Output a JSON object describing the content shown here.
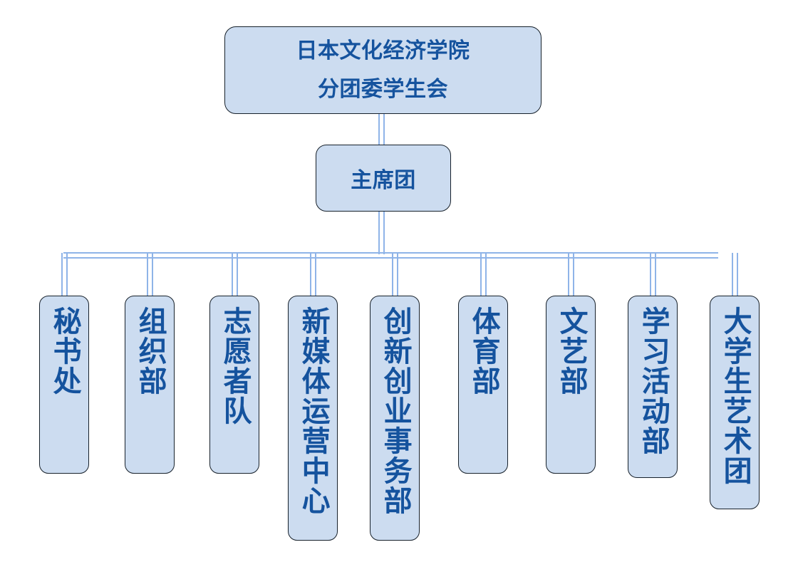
{
  "chart": {
    "title_lines": [
      "日本文化经济学院",
      "分团委学生会"
    ],
    "presidium": "主席团",
    "departments": [
      {
        "label": "秘书处",
        "chars": 3
      },
      {
        "label": "组织部",
        "chars": 3
      },
      {
        "label": "志愿者队",
        "chars": 4
      },
      {
        "label": "新媒体运营中心",
        "chars": 7
      },
      {
        "label": "创新创业事务部",
        "chars": 7
      },
      {
        "label": "体育部",
        "chars": 3
      },
      {
        "label": "文艺部",
        "chars": 3
      },
      {
        "label": "学习活动部",
        "chars": 5
      },
      {
        "label": "大学生艺术团",
        "chars": 6
      }
    ],
    "colors": {
      "node_fill": "#ccdcf0",
      "node_border": "#17212b",
      "text": "#15539e",
      "connector": "#8fb4e8",
      "background": "#ffffff"
    }
  }
}
